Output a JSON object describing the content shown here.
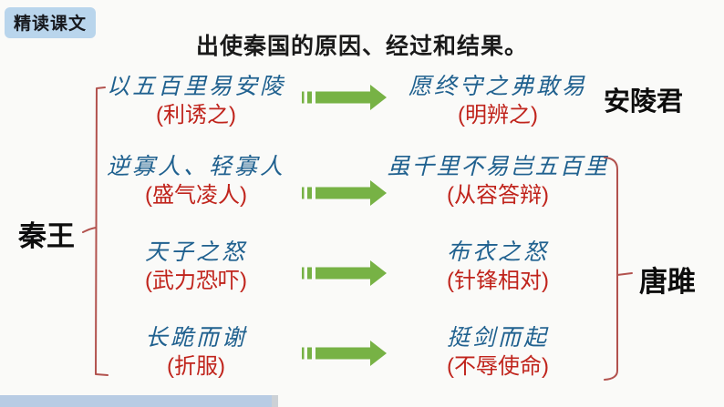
{
  "slide": {
    "badge": "精读课文",
    "title": "出使秦国的原因、经过和结果。",
    "actors": {
      "left": "秦王",
      "right": "唐雎",
      "top_right": "安陵君"
    }
  },
  "rows": [
    {
      "left_main": "以五百里易安陵",
      "left_note": "(利诱之)",
      "right_main": "愿终守之弗敢易",
      "right_note": "(明辨之)"
    },
    {
      "left_main": "逆寡人、轻寡人",
      "left_note": "(盛气凌人)",
      "right_main": "虽千里不易岂五百里",
      "right_note": "(从容答辩)"
    },
    {
      "left_main": "天子之怒",
      "left_note": "(武力恐吓)",
      "right_main": "布衣之怒",
      "right_note": "(针锋相对)"
    },
    {
      "left_main": "长跪而谢",
      "left_note": "(折服)",
      "right_main": "挺剑而起",
      "right_note": "(不辱使命)"
    }
  ],
  "icons": {
    "arrow": "striped-right-arrow"
  },
  "colors": {
    "blue_text": "#20618f",
    "red_text": "#c0241c",
    "bracket": "#b2524e",
    "arrow_green": "#77b245",
    "badge_bg": "#b9d5ec",
    "bottom_bar": "#b8cce4",
    "background": "#fafaf8"
  }
}
